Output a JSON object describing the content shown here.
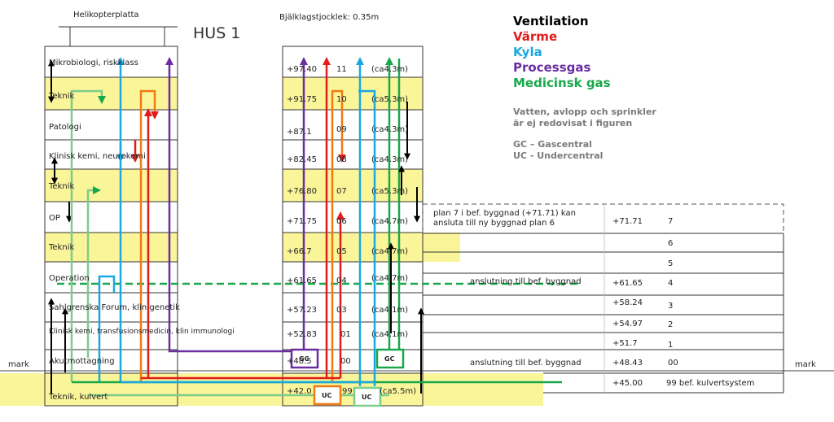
{
  "title": "HUS 1",
  "helipad": "Helikopterplatta",
  "slab_thickness": "Bjälklagstjocklek: 0.35m",
  "legend": [
    {
      "label": "Ventilation",
      "color": "#000000"
    },
    {
      "label": "Värme",
      "color": "#e21b1b"
    },
    {
      "label": "Kyla",
      "color": "#1ba8e0"
    },
    {
      "label": "Processgas",
      "color": "#6a2ea0"
    },
    {
      "label": "Medicinsk gas",
      "color": "#18a84a"
    }
  ],
  "notes": {
    "line1": "Vatten, avlopp och sprinkler",
    "line2": "är ej redovisat i figuren",
    "gc_def": "GC – Gascentral",
    "uc_def": "UC - Undercentral"
  },
  "floors": [
    {
      "name": "Mikrobiologi, riskklass",
      "level": "+97.40",
      "num": "11",
      "height": "(ca4.3m)",
      "yellow": false
    },
    {
      "name": "Teknik",
      "level": "+91.75",
      "num": "10",
      "height": "(ca5.3m)",
      "yellow": true
    },
    {
      "name": "Patologi",
      "level": "+87.1",
      "num": "09",
      "height": "(ca4.3m)",
      "yellow": false
    },
    {
      "name": "Klinisk kemi, neurokemi",
      "level": "+82.45",
      "num": "08",
      "height": "(ca4.3m)",
      "yellow": false
    },
    {
      "name": "Teknik",
      "level": "+76.80",
      "num": "07",
      "height": "(ca5.3m)",
      "yellow": true
    },
    {
      "name": "OP",
      "level": "+71.75",
      "num": "06",
      "height": "(ca4.7m)",
      "yellow": false
    },
    {
      "name": "Teknik",
      "level": "+66.7",
      "num": "05",
      "height": "(ca4.7m)",
      "yellow": true
    },
    {
      "name": "Operation",
      "level": "+61.65",
      "num": "04",
      "height": "(ca4.7m)",
      "yellow": false
    },
    {
      "name": "Sahlgrenska Forum, klin genetik",
      "level": "+57.23",
      "num": "03",
      "height": "(ca4.1m)",
      "yellow": false
    },
    {
      "name": "Klinisk kemi, transfusionsmedicin, klin immunologi",
      "level": "+52.83",
      "num": "01",
      "height": "(ca4.1m)",
      "yellow": false
    },
    {
      "name": "Akutmottagning",
      "level": "+48.5",
      "num": "00",
      "height": "",
      "yellow": false
    },
    {
      "name": "Teknik, kulvert",
      "level": "+42.0",
      "num": "99",
      "height": "(ca5.5m)",
      "yellow": true
    }
  ],
  "existing_levels": [
    {
      "level": "+71.71",
      "num": "7"
    },
    {
      "level": "",
      "num": "6"
    },
    {
      "level": "",
      "num": "5"
    },
    {
      "level": "+61.65",
      "num": "4"
    },
    {
      "level": "+58.24",
      "num": "3"
    },
    {
      "level": "+54.97",
      "num": "2"
    },
    {
      "level": "+51.7",
      "num": "1"
    },
    {
      "level": "+48.43",
      "num": "00"
    },
    {
      "level": "+45.00",
      "num": "99 bef. kulvertsystem"
    }
  ],
  "plan7_note": {
    "line1": "plan 7 i bef. byggnad (+71.71) kan",
    "line2": "ansluta till ny byggnad plan 6"
  },
  "connection_note": "anslutning till bef. byggnad",
  "ground": "mark",
  "gc_label": "GC",
  "uc_label": "UC"
}
